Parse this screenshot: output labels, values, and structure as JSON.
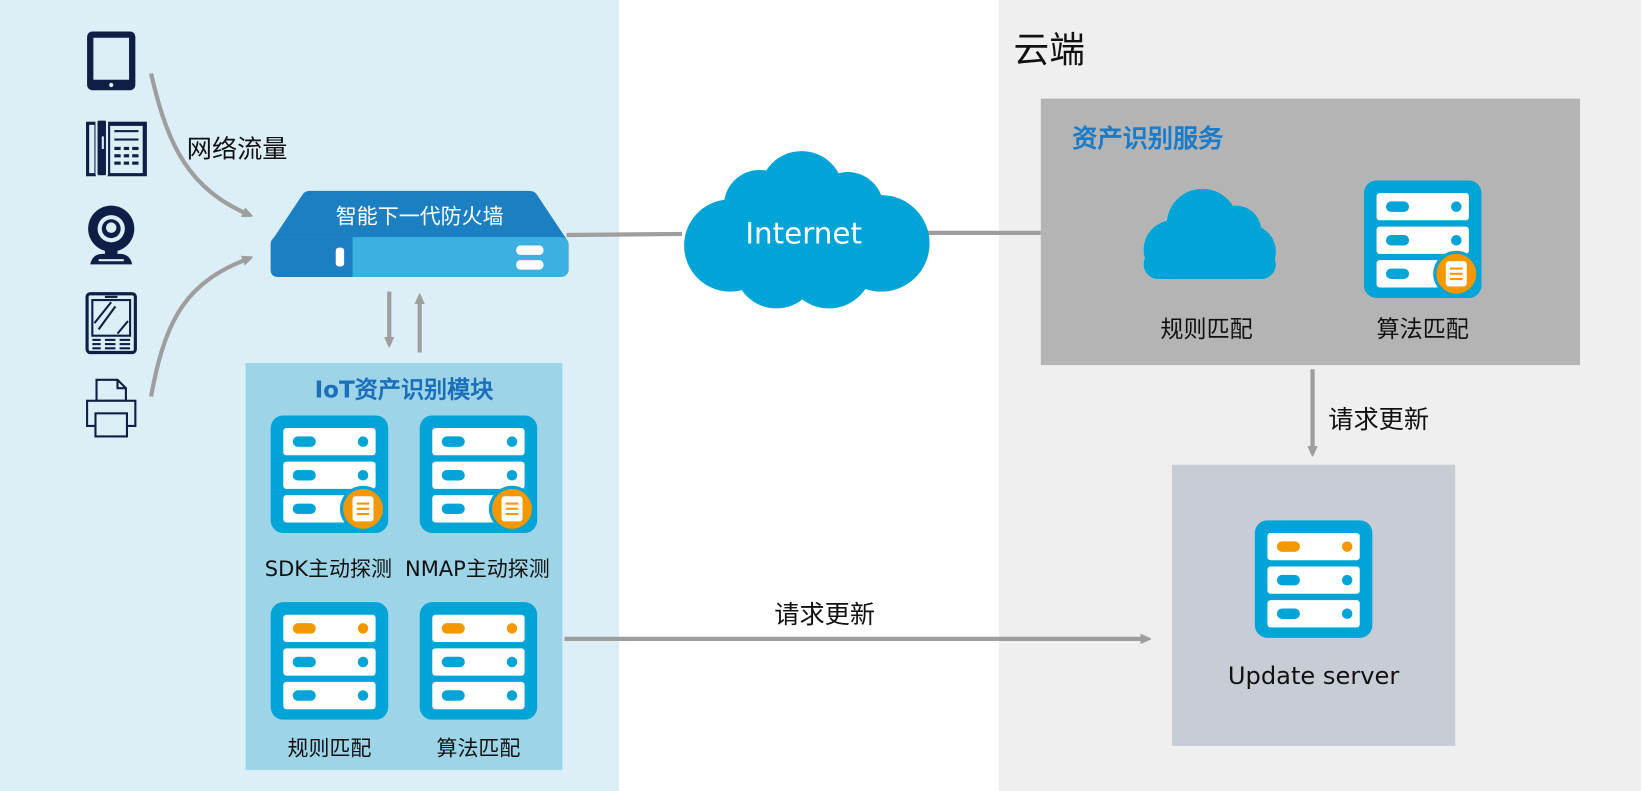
{
  "colors": {
    "local_zone_bg": "#dceff7",
    "cloud_zone_bg": "#efefef",
    "iot_module_bg": "#9dd4e8",
    "asset_service_bg": "#b4b4b4",
    "update_server_bg": "#c8ccd4",
    "accent_blue": "#00a4d6",
    "title_blue": "#1a7cc9",
    "badge_orange": "#f39800",
    "arrow_gray": "#9e9e9e",
    "device_navy": "#0d1f45"
  },
  "devices": [
    {
      "icon": "tablet-icon"
    },
    {
      "icon": "ip-phone-icon"
    },
    {
      "icon": "webcam-icon"
    },
    {
      "icon": "e-reader-icon"
    },
    {
      "icon": "printer-icon"
    }
  ],
  "labels": {
    "network_traffic": "网络流量",
    "firewall": "智能下一代防火墙",
    "internet": "Internet",
    "cloud_zone": "云端",
    "request_update_horizontal": "请求更新",
    "request_update_vertical": "请求更新"
  },
  "iot_module": {
    "title": "IoT资产识别模块",
    "items": [
      {
        "label": "SDK主动探测",
        "variant": "badge"
      },
      {
        "label": "NMAP主动探测",
        "variant": "badge"
      },
      {
        "label": "规则匹配",
        "variant": "orange-top"
      },
      {
        "label": "算法匹配",
        "variant": "orange-top"
      }
    ]
  },
  "asset_service": {
    "title": "资产识别服务",
    "items": [
      {
        "label": "规则匹配",
        "icon": "cloud-icon"
      },
      {
        "label": "算法匹配",
        "icon": "server-badge-icon"
      }
    ]
  },
  "update_server": {
    "label": "Update server"
  }
}
